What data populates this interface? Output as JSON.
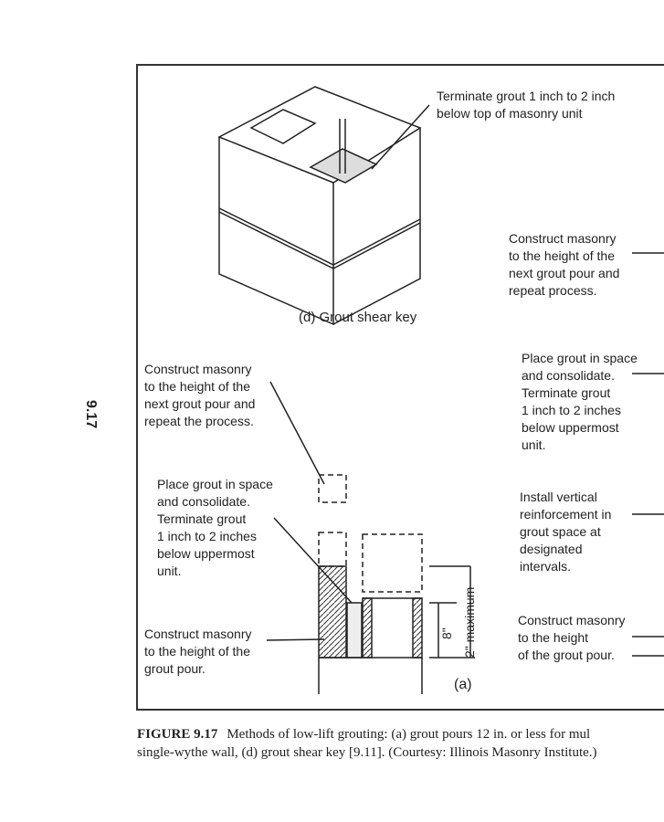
{
  "page_number": "9.17",
  "labels": {
    "top_right": "Terminate grout 1 inch to 2 inch\nbelow top of masonry unit",
    "d_caption": "(d) Grout shear key",
    "right_1": "Construct masonry\nto the height of the\nnext grout pour and\nrepeat process.",
    "right_2": "Place grout in space\nand consolidate.\nTerminate grout\n1 inch to 2 inches\nbelow uppermost\nunit.",
    "right_3": "Install vertical\nreinforcement in\ngrout space at\ndesignated\nintervals.",
    "right_4": "Construct masonry\nto the height\nof the grout pour.",
    "left_1": "Construct masonry\nto the height of the\nnext grout pour and\nrepeat the process.",
    "left_2": "Place grout in space\nand consolidate.\nTerminate grout\n1 inch to 2 inches\nbelow uppermost\nunit.",
    "left_3": "Construct masonry\nto the height of the\ngrout pour.",
    "dim_8": "8\"",
    "dim_max": "2\" maximum",
    "a_caption": "(a)"
  },
  "caption": {
    "fig": "FIGURE 9.17",
    "line1": "Methods of low-lift grouting: (a) grout pours 12 in. or less for mul",
    "line2": "single-wythe wall, (d) grout shear key [9.11]. (Courtesy: Illinois Masonry Institute.)"
  }
}
